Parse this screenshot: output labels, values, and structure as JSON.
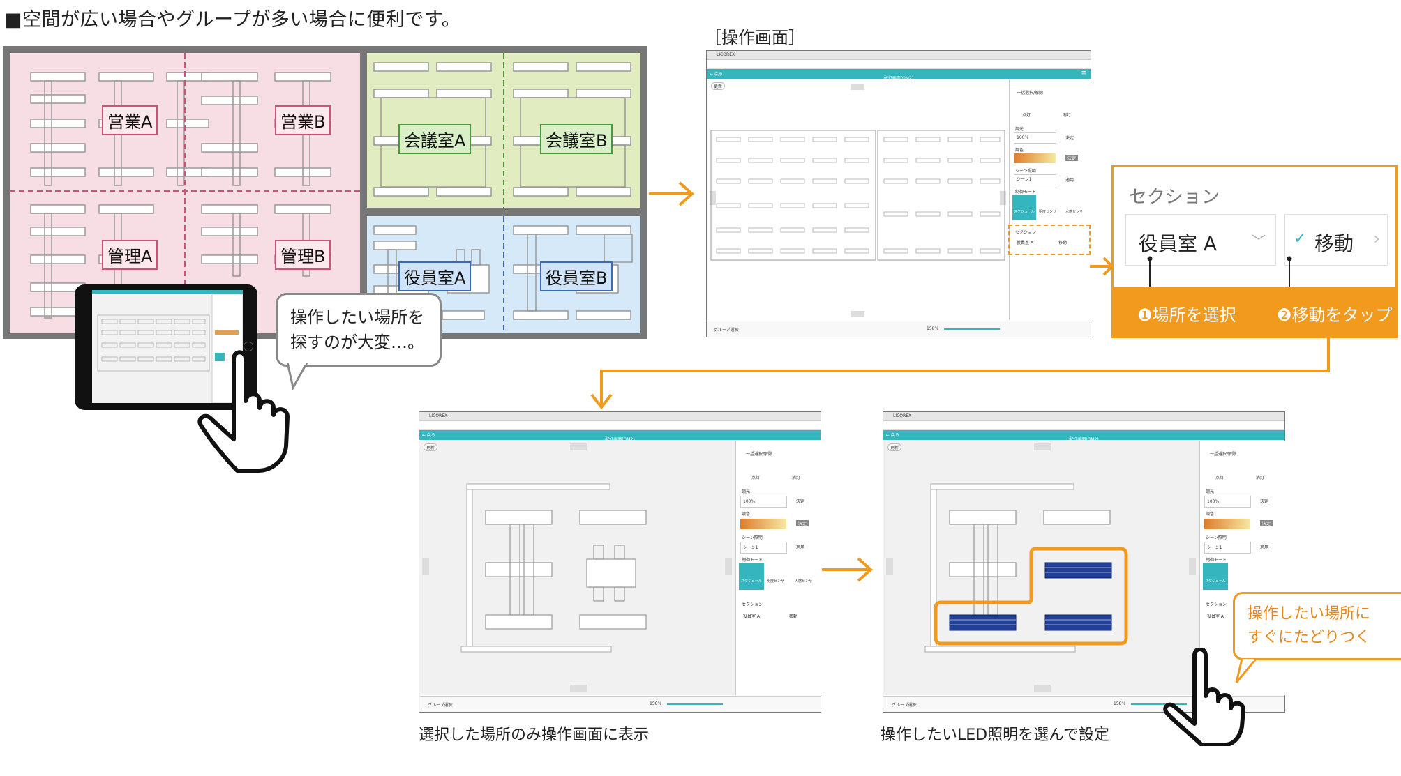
{
  "heading": "■空間が広い場合やグループが多い場合に便利です。",
  "plan_labels": [
    "営業A",
    "営業B",
    "管理A",
    "管理B",
    "会議室A",
    "会議室B",
    "役員室A",
    "役員室B"
  ],
  "bubble": {
    "line1": "操作したい場所を",
    "line2": "探すのが大変…。"
  },
  "screen_title": "［操作画面］",
  "app": {
    "tab_title": "LICOREX",
    "back": "← 戻る",
    "header": "配灯画面(OM2)",
    "refresh": "更新",
    "bulk": "一括選択/解除",
    "on": "点灯",
    "off": "消灯",
    "dim_label": "調光",
    "dim_value": "100%",
    "decide": "決定",
    "color_label": "調色",
    "color_decide": "決定",
    "scene_label": "シーン照明",
    "scene_value": "シーン1",
    "apply": "適用",
    "mode_label": "制御モード",
    "mode_schedule": "スケジュール",
    "mode_bright": "明度センサ",
    "mode_person": "人感センサ",
    "section_label": "セクション",
    "section_value": "役員室 A",
    "move": "移動",
    "group": "グループ選択",
    "zoom": "158%"
  },
  "detail": {
    "section": "セクション",
    "room": "役員室 A",
    "move": "移動",
    "step1": "❶場所を選択",
    "step2": "❷移動をタップ"
  },
  "captions": {
    "left": "選択した場所のみ操作画面に表示",
    "right": "操作したいLED照明を選んで設定"
  },
  "callout": {
    "line1": "操作したい場所に",
    "line2": "すぐにたどりつく"
  },
  "colors": {
    "orange": "#f29a1e",
    "teal": "#35b6bf",
    "pink": "#f7dde4",
    "green": "#e2ecc1",
    "blue": "#d5e9f8",
    "navy": "#1f3f99"
  }
}
